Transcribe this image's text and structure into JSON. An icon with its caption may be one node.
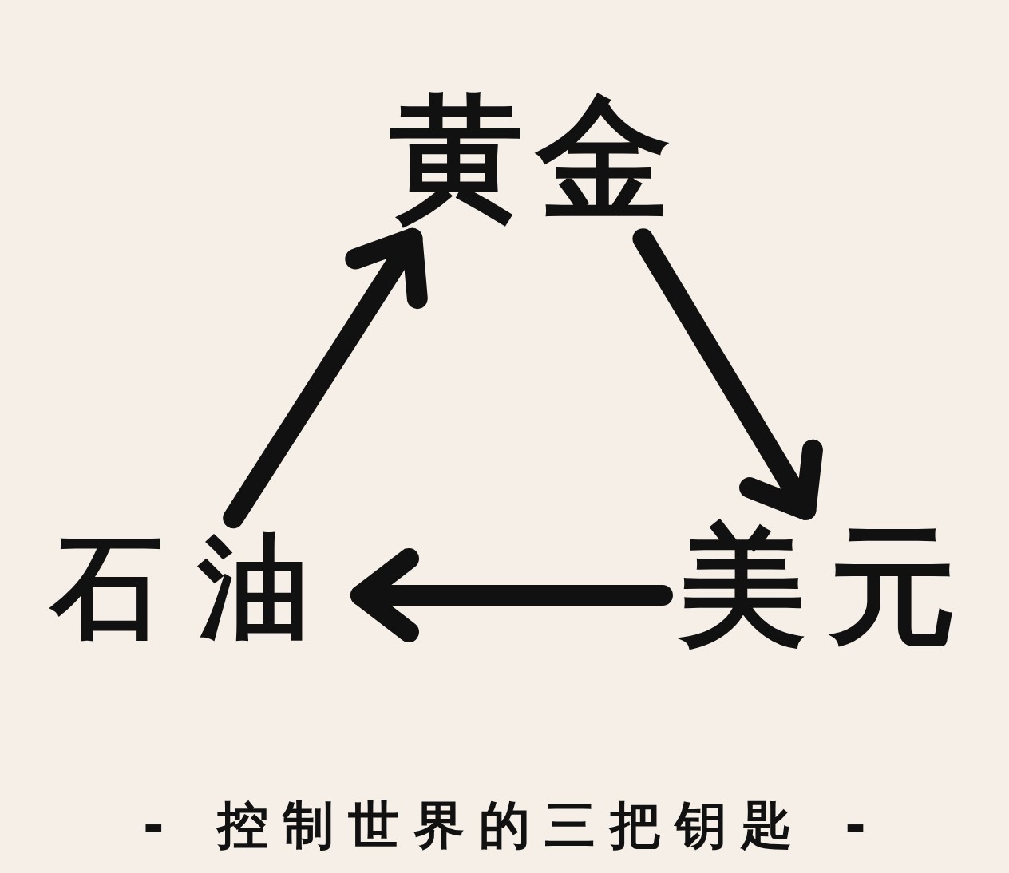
{
  "diagram": {
    "caption": "- 控制世界的三把钥匙 -",
    "nodes": [
      {
        "text": [
          "黄金"
        ]
      },
      {
        "text": [
          "石油"
        ]
      },
      {
        "text": [
          "美元"
        ]
      }
    ],
    "edges": [
      {
        "from": 1,
        "to": 0,
        "arrow": "to"
      },
      {
        "from": 0,
        "to": 2,
        "arrow": "to"
      },
      {
        "from": 2,
        "to": 1,
        "arrow": "to"
      }
    ]
  }
}
